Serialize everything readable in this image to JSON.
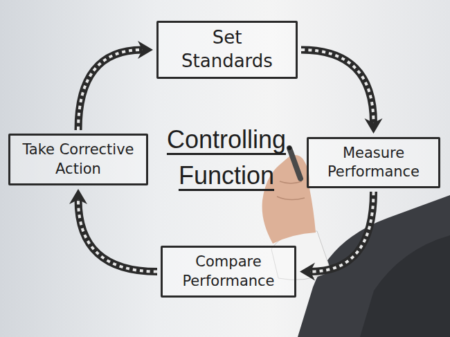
{
  "diagram": {
    "title": "Controlling Function",
    "nodes": [
      {
        "text": [
          "Set Standards"
        ]
      },
      {
        "text": [
          "Measure Performance"
        ]
      },
      {
        "text": [
          "Compare Performance"
        ]
      },
      {
        "text": [
          "Take Corrective Action"
        ]
      }
    ],
    "edges": [
      {
        "from": 0,
        "to": 1,
        "arrow": "to"
      },
      {
        "from": 1,
        "to": 2,
        "arrow": "to"
      },
      {
        "from": 2,
        "to": 3,
        "arrow": "to"
      },
      {
        "from": 3,
        "to": 0,
        "arrow": "to"
      }
    ]
  }
}
